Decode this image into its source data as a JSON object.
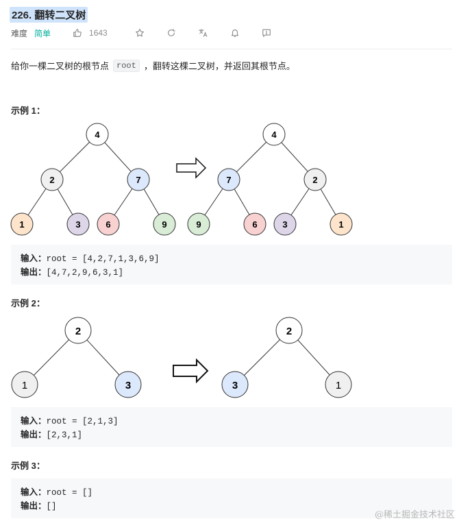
{
  "problem": {
    "title": "226. 翻转二叉树",
    "difficulty_label": "难度",
    "difficulty": "简单",
    "likes": "1643"
  },
  "icons": [
    "thumbs-up-icon",
    "star-icon",
    "share-icon",
    "translate-icon",
    "bell-icon",
    "feedback-icon"
  ],
  "colors": {
    "accent_easy": "#00af9b",
    "node_orange": "#fde4cb",
    "node_purple": "#ddd6e8",
    "node_red": "#f8d1d1",
    "node_green": "#d8ecd6",
    "node_blue": "#dce8fb",
    "node_gray": "#f0f0f0"
  },
  "description": {
    "before": "给你一棵二叉树的根节点",
    "code": "root",
    "after": "，翻转这棵二叉树，并返回其根节点。"
  },
  "examples": [
    {
      "title": "示例 1：",
      "input_label": "输入：",
      "input": "root = [4,2,7,1,3,6,9]",
      "output_label": "输出：",
      "output": "[4,7,2,9,6,3,1]",
      "tree_before": [
        "4",
        "2",
        "7",
        "1",
        "3",
        "6",
        "9"
      ],
      "tree_after": [
        "4",
        "7",
        "2",
        "9",
        "6",
        "3",
        "1"
      ]
    },
    {
      "title": "示例 2：",
      "input_label": "输入：",
      "input": "root = [2,1,3]",
      "output_label": "输出：",
      "output": "[2,3,1]",
      "tree_before": [
        "2",
        "1",
        "3"
      ],
      "tree_after": [
        "2",
        "3",
        "1"
      ]
    },
    {
      "title": "示例 3：",
      "input_label": "输入：",
      "input": "root = []",
      "output_label": "输出：",
      "output": "[]"
    }
  ],
  "watermark": "@稀土掘金技术社区"
}
